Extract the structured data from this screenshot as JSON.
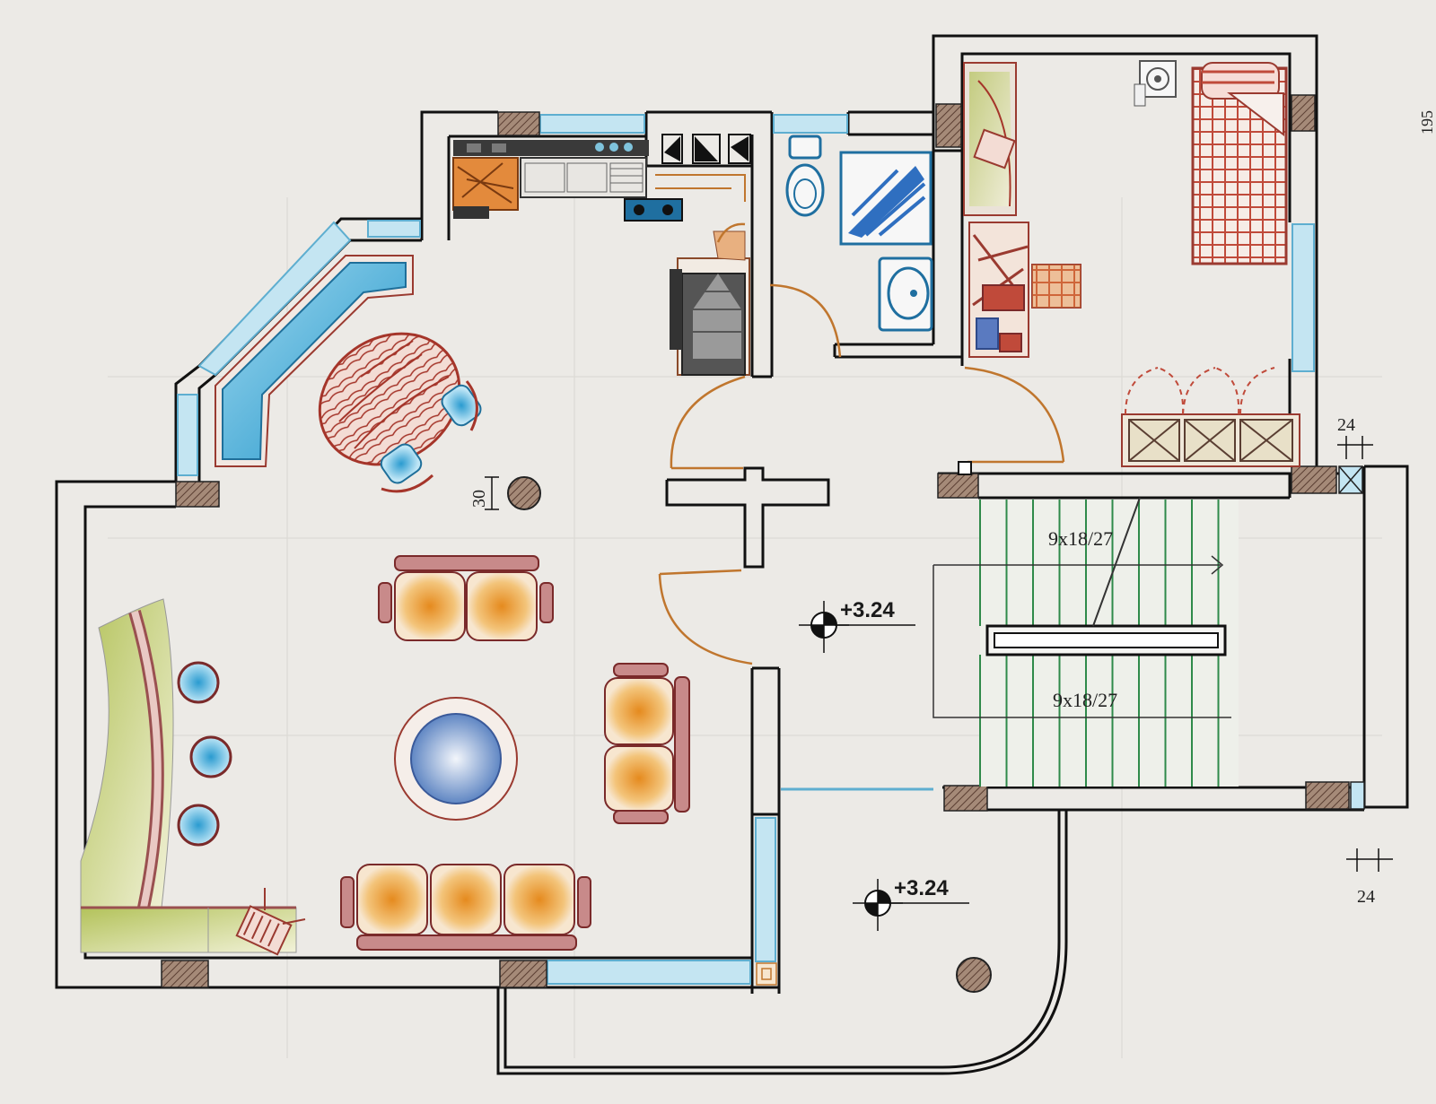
{
  "annotations": {
    "level_main": "+3.24",
    "level_balcony": "+3.24",
    "stair_upper": "9x18/27",
    "stair_lower": "9x18/27",
    "dim_column": "30",
    "dim_right_top": "24",
    "dim_right_bottom": "24",
    "dim_far_right": "195"
  },
  "colors": {
    "paper": "#eceae6",
    "wall": "#111111",
    "window": "#7fc3dc",
    "door": "#c0762e",
    "stair_line": "#2f8a4a",
    "column_hatch": "#8a6a5a"
  }
}
